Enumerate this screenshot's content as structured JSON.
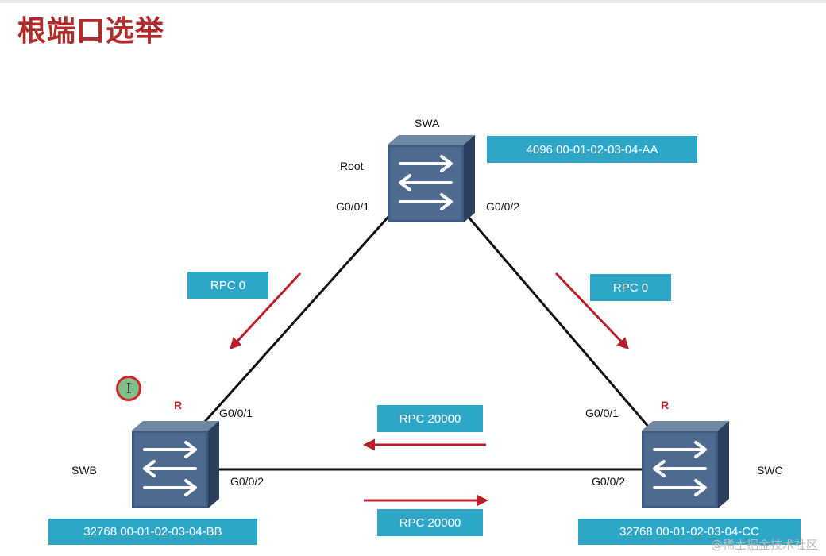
{
  "title": "根端口选举",
  "switches": {
    "swa": {
      "name": "SWA",
      "role": "Root",
      "bid": "4096 00-01-02-03-04-AA",
      "ports": [
        "G0/0/1",
        "G0/0/2"
      ]
    },
    "swb": {
      "name": "SWB",
      "bid": "32768 00-01-02-03-04-BB",
      "ports": [
        "G0/0/1",
        "G0/0/2"
      ],
      "port_role": "R"
    },
    "swc": {
      "name": "SWC",
      "bid": "32768 00-01-02-03-04-CC",
      "ports": [
        "G0/0/1",
        "G0/0/2"
      ],
      "port_role": "R"
    }
  },
  "rpc_labels": {
    "swa_to_swb": "RPC 0",
    "swa_to_swc": "RPC 0",
    "swc_to_swb": "RPC 20000",
    "swb_to_swc": "RPC 20000"
  },
  "cursor_glyph": "I",
  "watermark": "@稀土掘金技术社区",
  "colors": {
    "title": "#b22a2a",
    "box": "#2ea6c8",
    "arrow": "#b8212a",
    "switch": "#3f5a7d"
  }
}
